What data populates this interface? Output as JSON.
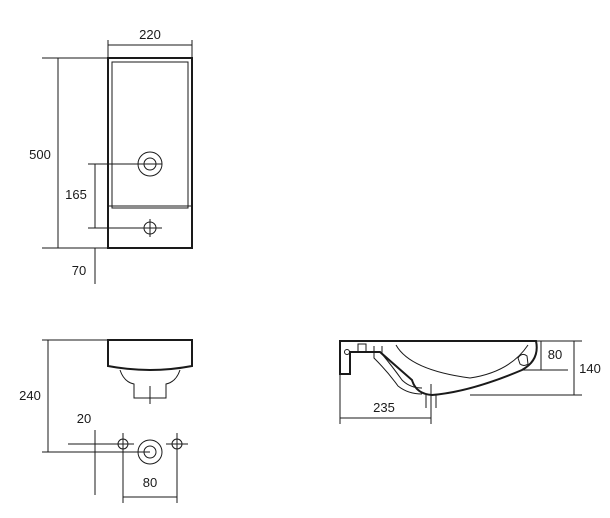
{
  "top_view": {
    "width_label": "220",
    "height_label": "500",
    "tap_offset_label": "165",
    "drain_offset_label": "70"
  },
  "front_view": {
    "height_label": "240",
    "offset_label": "20",
    "spacing_label": "80"
  },
  "side_view": {
    "depth_label": "235",
    "height_label": "140",
    "inner_height_label": "80"
  }
}
